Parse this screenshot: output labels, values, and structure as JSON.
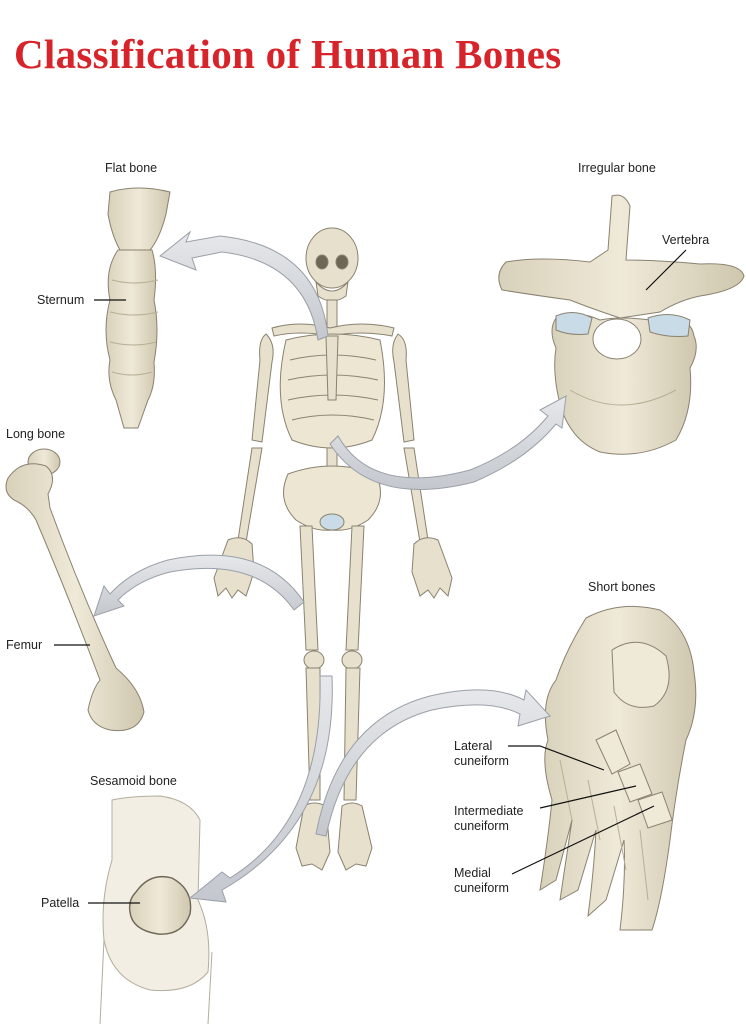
{
  "title": "Classification of Human Bones",
  "colors": {
    "title": "#d7242b",
    "bone": "#e6e0cc",
    "bone_shade": "#cbc3aa",
    "bone_outline": "#8a8270",
    "arrow": "#d2d5da",
    "arrow_outline": "#9aa0a8",
    "cartilage": "#c9dbe6"
  },
  "categories": {
    "flat": {
      "heading": "Flat bone",
      "example": "Sternum"
    },
    "irregular": {
      "heading": "Irregular bone",
      "example": "Vertebra"
    },
    "long": {
      "heading": "Long bone",
      "example": "Femur"
    },
    "short": {
      "heading": "Short bones",
      "examples": [
        "Lateral\ncuneiform",
        "Intermediate\ncuneiform",
        "Medial\ncuneiform"
      ]
    },
    "sesamoid": {
      "heading": "Sesamoid bone",
      "example": "Patella"
    }
  }
}
